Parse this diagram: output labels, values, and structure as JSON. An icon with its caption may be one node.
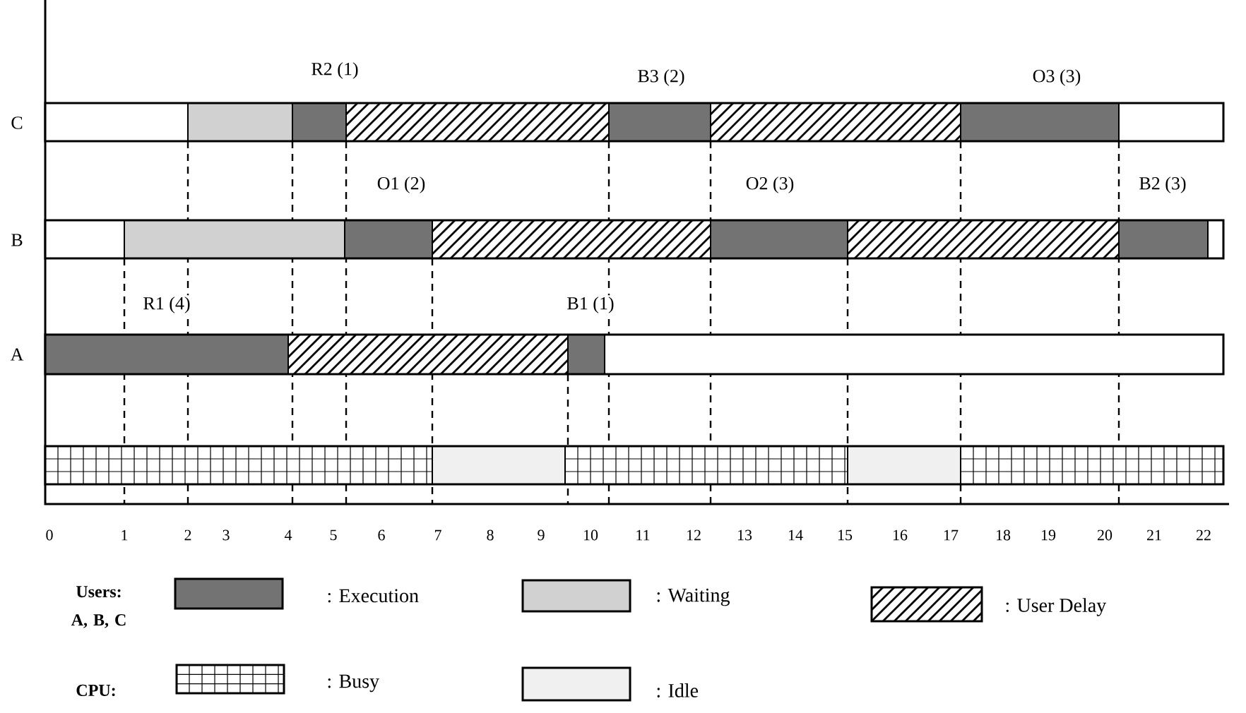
{
  "diagram": {
    "labels": [
      "R2 (1)",
      "B3 (2)",
      "O3 (3)",
      "C",
      "O1 (2)",
      "O2 (3)",
      "B2 (3)",
      "B",
      "R1 (4)",
      "B1 (1)",
      "A",
      "0",
      "1",
      "2",
      "3",
      "4",
      "5",
      "6",
      "7",
      "8",
      "9",
      "10",
      "11",
      "12",
      "13",
      "14",
      "15",
      "16",
      "17",
      "18",
      "19",
      "20",
      "21",
      "22",
      "Users: A, B, C",
      "CPU:"
    ],
    "legend": [
      {
        "text": ": Execution"
      },
      {
        "text": ": Waiting"
      },
      {
        "text": ": User Delay"
      },
      {
        "text": ": Busy"
      },
      {
        "text": ": Idle"
      }
    ]
  }
}
